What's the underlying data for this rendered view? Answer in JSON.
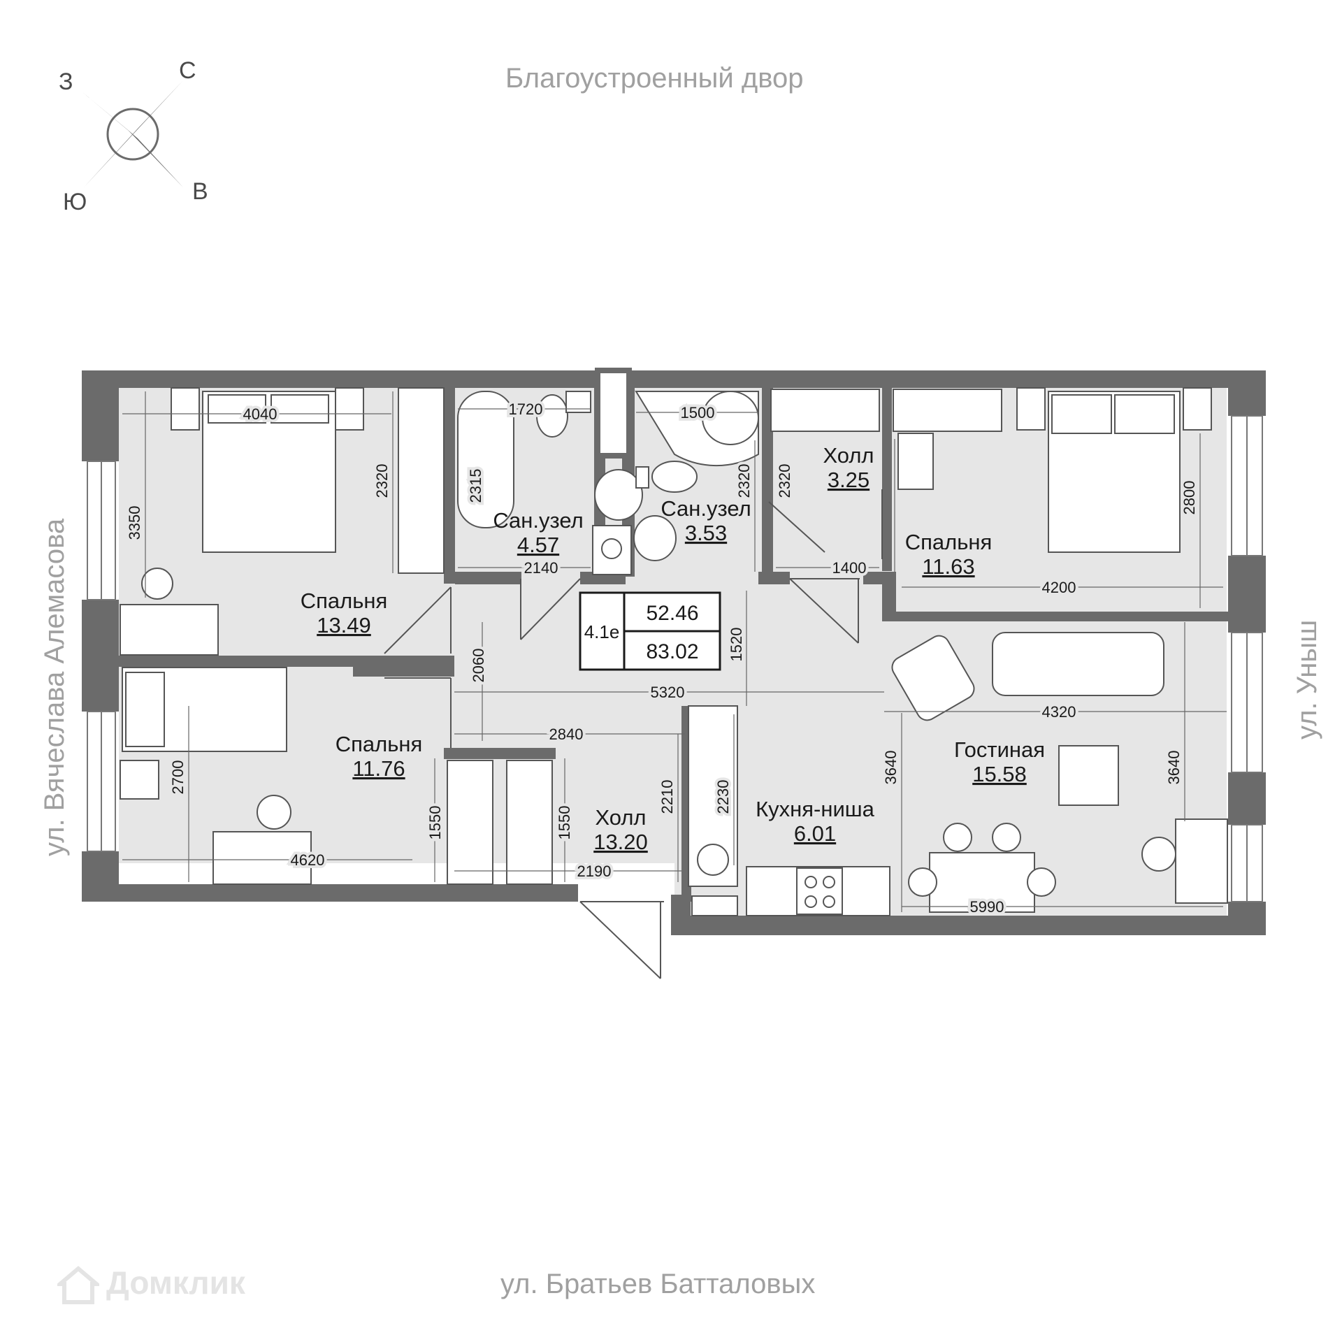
{
  "streets": {
    "top": "Благоустроенный двор",
    "bottom": "ул. Братьев Батталовых",
    "left": "ул. Вячеслава Алемасова",
    "right": "ул. Уныш"
  },
  "compass": {
    "west": "З",
    "north": "С",
    "south": "Ю",
    "east": "В"
  },
  "apartment": {
    "code": "4.1е",
    "living_area": "52.46",
    "total_area": "83.02"
  },
  "rooms": [
    {
      "name": "Спальня",
      "area": "13.49"
    },
    {
      "name": "Сан.узел",
      "area": "4.57"
    },
    {
      "name": "Сан.узел",
      "area": "3.53"
    },
    {
      "name": "Холл",
      "area": "3.25"
    },
    {
      "name": "Спальня",
      "area": "11.63"
    },
    {
      "name": "Спальня",
      "area": "11.76"
    },
    {
      "name": "Холл",
      "area": "13.20"
    },
    {
      "name": "Кухня-ниша",
      "area": "6.01"
    },
    {
      "name": "Гостиная",
      "area": "15.58"
    }
  ],
  "dimensions": [
    "4040",
    "1720",
    "1500",
    "3350",
    "2320",
    "2315",
    "2320",
    "2320",
    "2800",
    "2140",
    "1400",
    "4200",
    "2060",
    "1520",
    "5320",
    "4320",
    "2840",
    "2700",
    "1550",
    "1550",
    "2210",
    "2230",
    "3640",
    "3640",
    "4620",
    "2190",
    "5990"
  ],
  "watermark": "Домклик"
}
